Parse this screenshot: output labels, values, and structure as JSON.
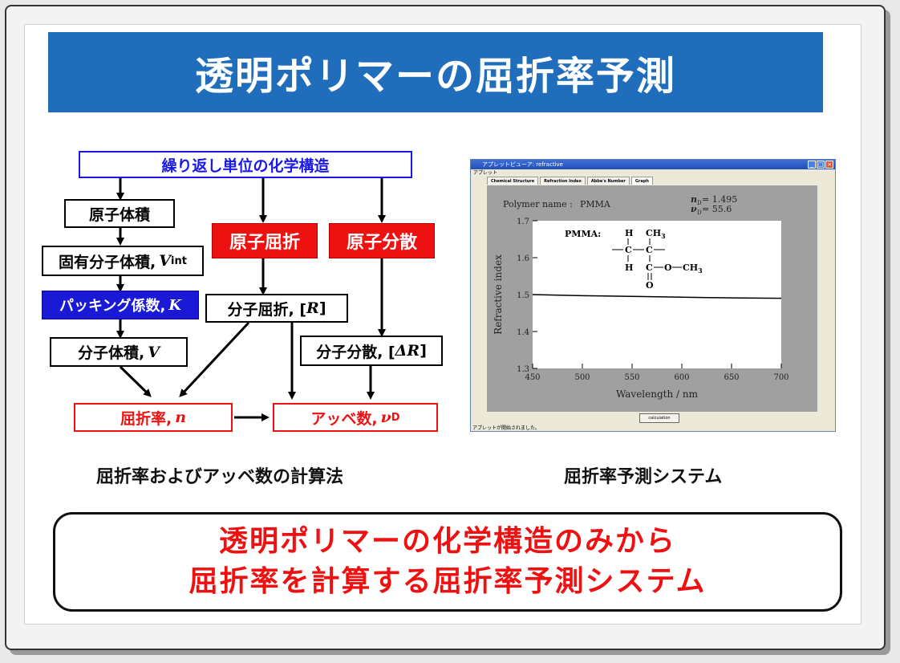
{
  "title": "透明ポリマーの屈折率予測",
  "flow": {
    "top_box": "繰り返し単位の化学構造",
    "atomic_volume": "原子体積",
    "intrinsic_volume": "固有分子体積,",
    "intrinsic_volume_sym": "V",
    "intrinsic_volume_sub": "int",
    "packing": "パッキング係数,",
    "packing_sym": "K",
    "molecular_volume": "分子体積,",
    "molecular_volume_sym": "V",
    "atomic_refraction": "原子屈折",
    "atomic_dispersion": "原子分散",
    "molar_refraction": "分子屈折, [",
    "molar_refraction_sym": "R",
    "molar_refraction_end": "]",
    "molar_dispersion": "分子分散, [",
    "molar_dispersion_sym": "ΔR",
    "molar_dispersion_end": "]",
    "refractive_index": "屈折率,",
    "refractive_index_sym": "n",
    "abbe": "アッベ数,",
    "abbe_sym": "ν",
    "abbe_sub": "D"
  },
  "caption_left": "屈折率およびアッベ数の計算法",
  "caption_right": "屈折率予測システム",
  "window": {
    "title": "アプレットビューア: refractive",
    "menu": "アプレット",
    "tabs": [
      "Chemical Structure",
      "Refraction Index",
      "Abbe's Number",
      "Graph"
    ],
    "active_tab": 3,
    "polymer_label": "Polymer name :",
    "polymer_name": "PMMA",
    "n_label": "n",
    "n_sub": "D",
    "n_value": "= 1.495",
    "v_label": "ν",
    "v_sub": "D",
    "v_value": "= 55.6",
    "structure_label": "PMMA:",
    "calc_button": "calculation",
    "status": "アプレットが開始されました。"
  },
  "chart_data": {
    "type": "line",
    "title": "",
    "xlabel": "Wavelength / nm",
    "ylabel": "Refractive index",
    "xlim": [
      450,
      700
    ],
    "ylim": [
      1.3,
      1.7
    ],
    "xticks": [
      450,
      500,
      550,
      600,
      650,
      700
    ],
    "yticks": [
      1.3,
      1.4,
      1.5,
      1.6,
      1.7
    ],
    "series": [
      {
        "x": [
          450,
          500,
          550,
          600,
          650,
          700
        ],
        "y": [
          1.5,
          1.497,
          1.495,
          1.493,
          1.491,
          1.49
        ]
      }
    ]
  },
  "conclusion": {
    "line1": "透明ポリマーの化学構造のみから",
    "line2": "屈折率を計算する屈折率予測システム"
  }
}
